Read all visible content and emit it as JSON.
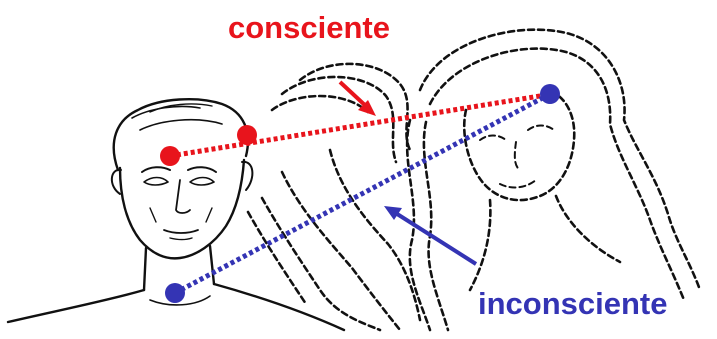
{
  "labels": {
    "conscious": "consciente",
    "unconscious": "inconsciente"
  },
  "colors": {
    "conscious": "#e8141c",
    "unconscious": "#3434b4",
    "ink": "#111111",
    "background": "#ffffff"
  },
  "figures": [
    {
      "icon": "man-face-sketch"
    },
    {
      "icon": "woman-face-sketch",
      "style": "dashed"
    }
  ],
  "connections": [
    {
      "name": "conscious-link",
      "style": "dotted"
    },
    {
      "name": "unconscious-link",
      "style": "dotted"
    }
  ]
}
